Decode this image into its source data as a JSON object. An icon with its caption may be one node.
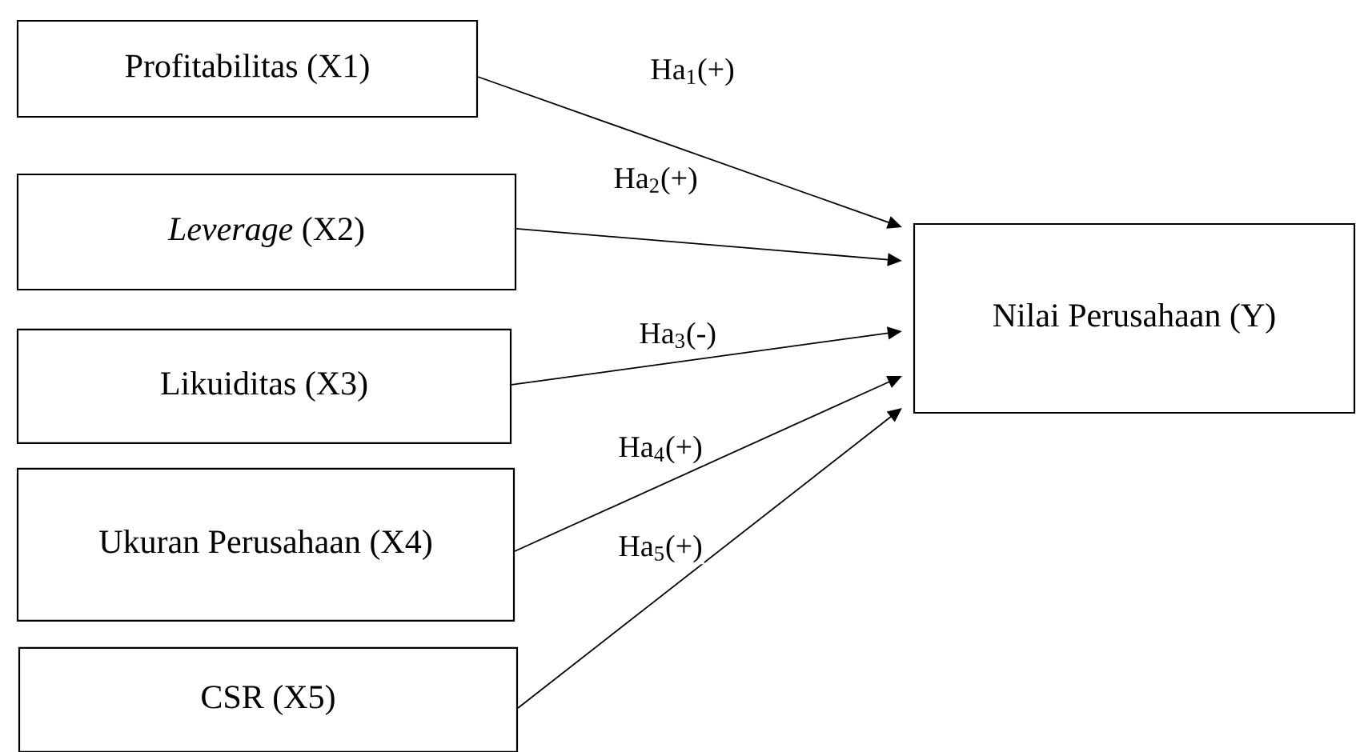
{
  "diagram": {
    "nodes": [
      {
        "text": [
          "Profitabilitas (X1)"
        ]
      },
      {
        "text": [
          "*Leverage* (X2)"
        ]
      },
      {
        "text": [
          "Likuiditas (X3)"
        ]
      },
      {
        "text": [
          "Ukuran Perusahaan (X4)"
        ]
      },
      {
        "text": [
          "CSR (X5)"
        ]
      },
      {
        "text": [
          "Nilai Perusahaan (Y)"
        ]
      }
    ],
    "edges": [
      {
        "from": 0,
        "to": 5,
        "arrow": "to",
        "label": "Ha$_{1}$(+)"
      },
      {
        "from": 1,
        "to": 5,
        "arrow": "to",
        "label": "Ha$_{2}$(+)"
      },
      {
        "from": 2,
        "to": 5,
        "arrow": "to",
        "label": "Ha$_{3}$(-)"
      },
      {
        "from": 3,
        "to": 5,
        "arrow": "to",
        "label": "Ha$_{4}$(+)"
      },
      {
        "from": 4,
        "to": 5,
        "arrow": "to",
        "label": "Ha$_{5}$(+)"
      }
    ]
  }
}
